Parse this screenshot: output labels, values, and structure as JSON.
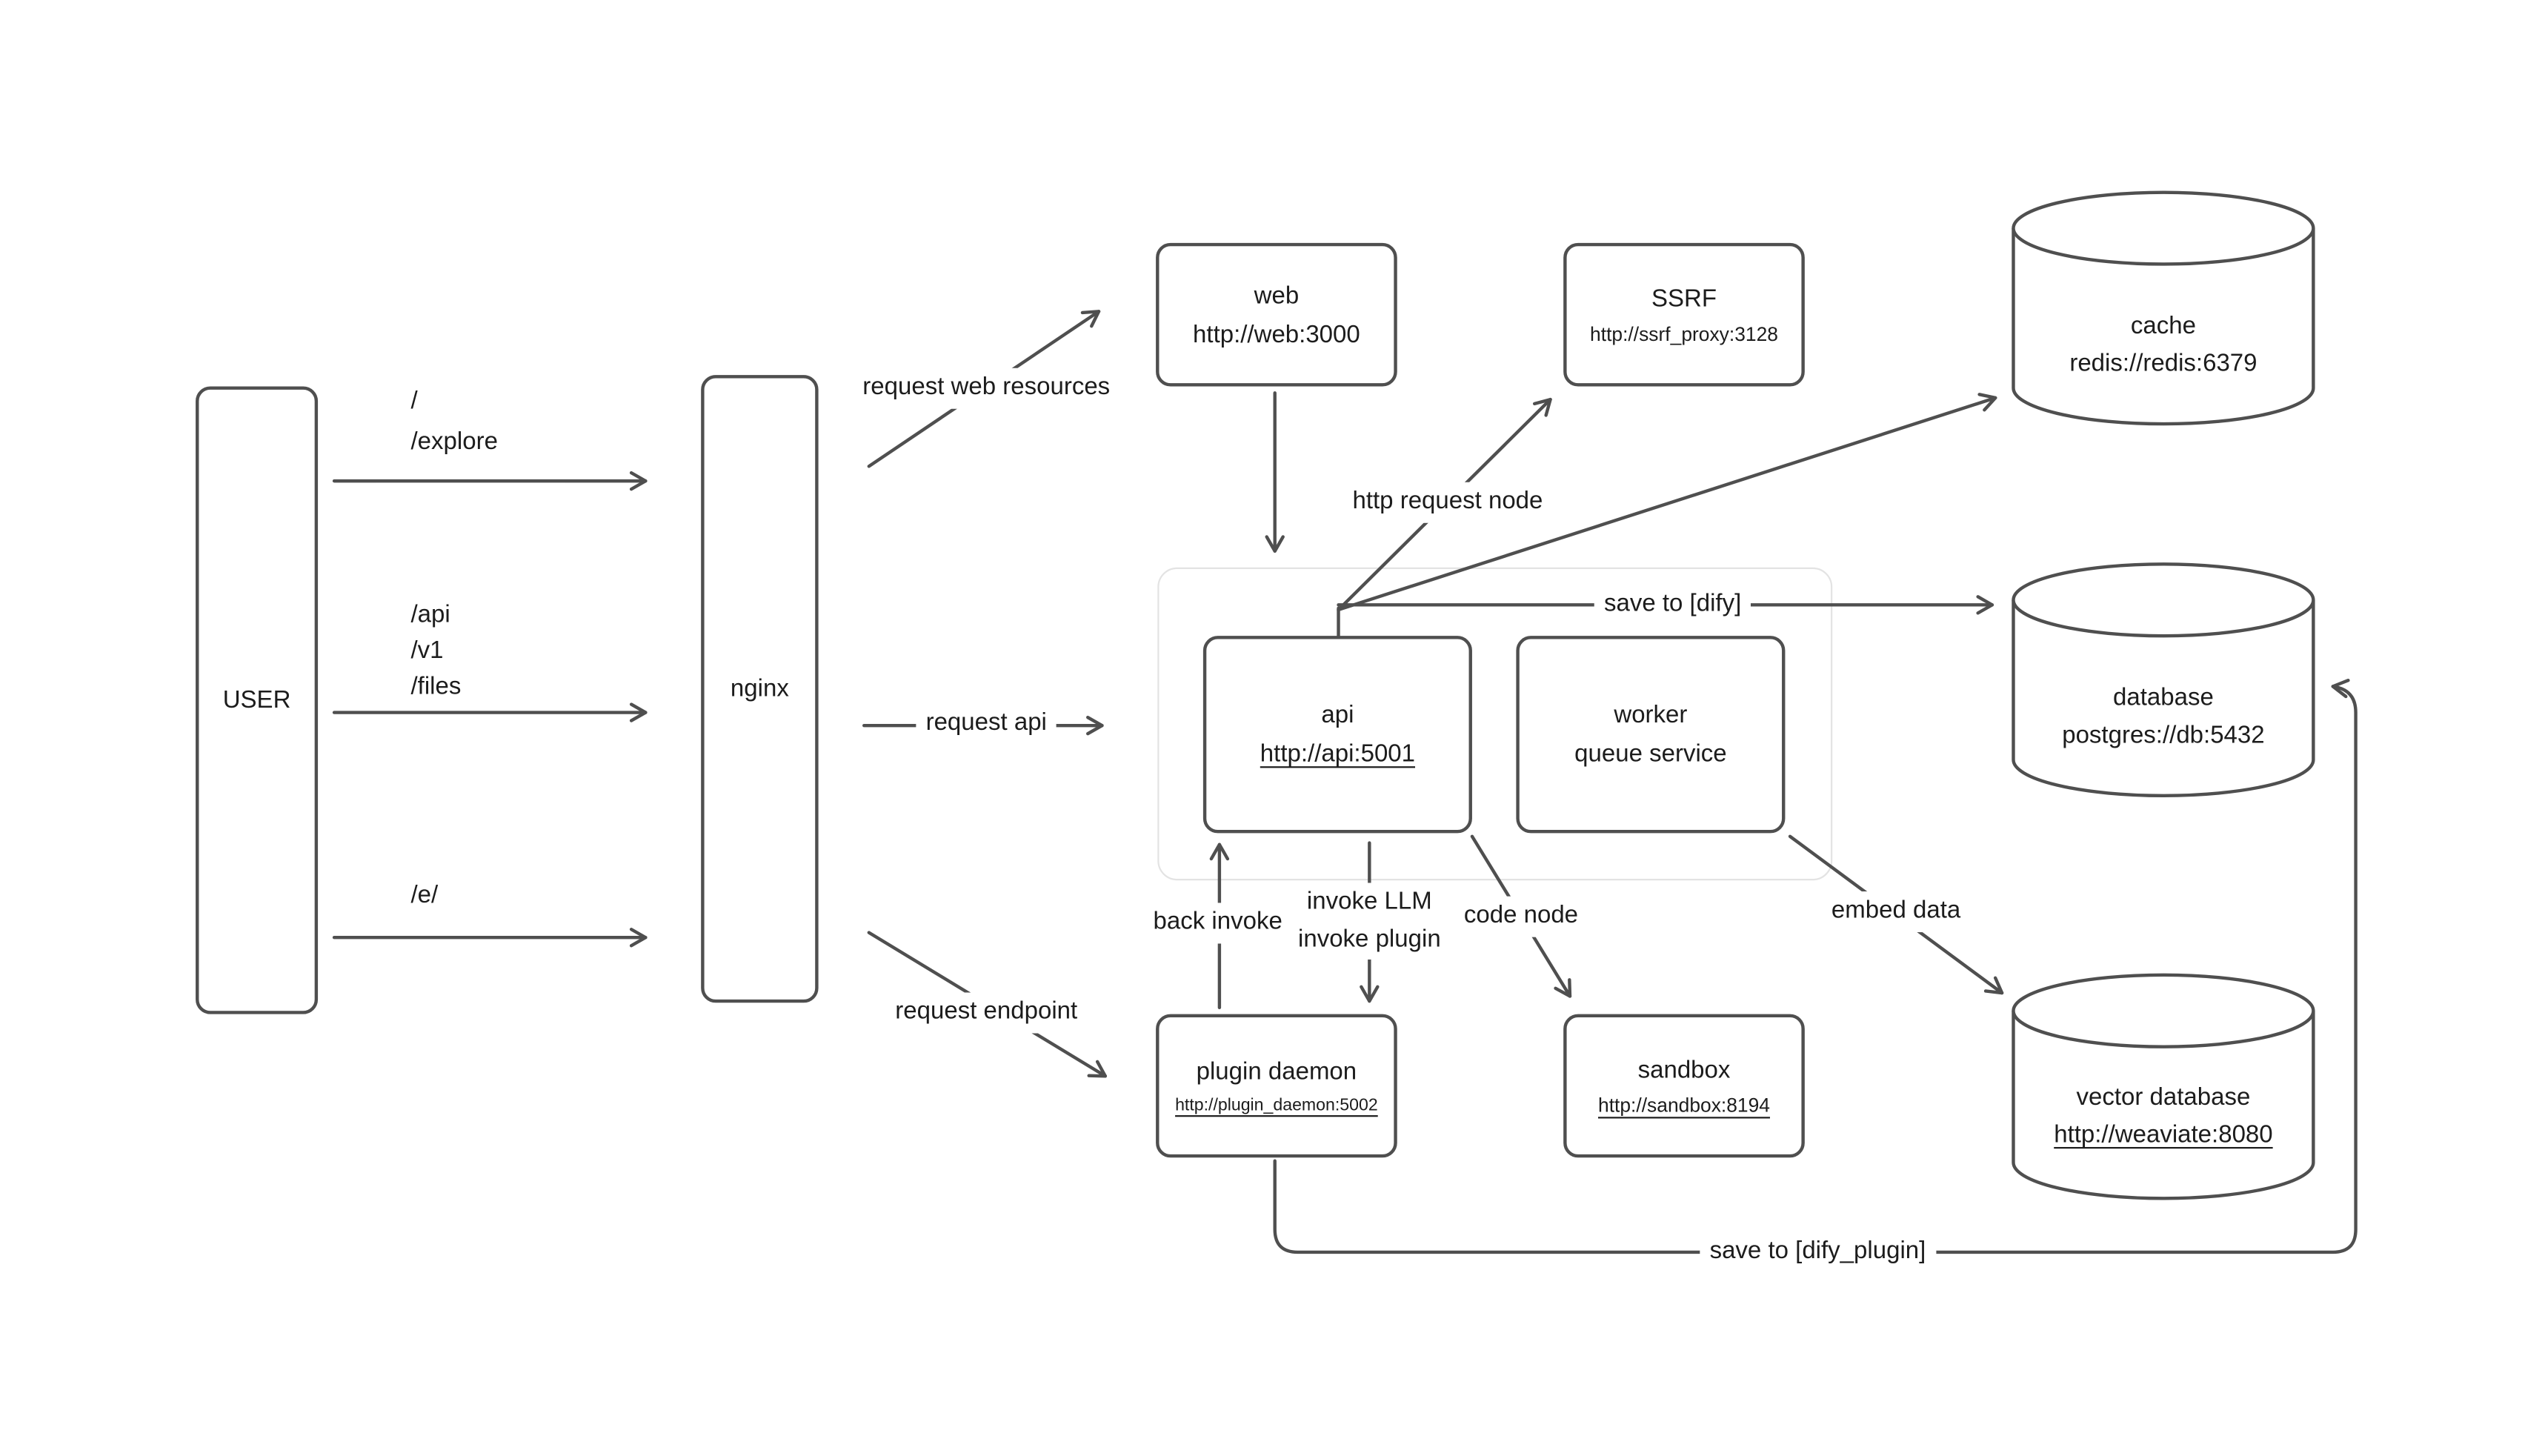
{
  "diagram": {
    "nodes": {
      "user": {
        "label": "USER"
      },
      "nginx": {
        "label": "nginx"
      },
      "web": {
        "title": "web",
        "subtitle": "http://web:3000"
      },
      "ssrf": {
        "title": "SSRF",
        "subtitle": "http://ssrf_proxy:3128"
      },
      "cache": {
        "title": "cache",
        "subtitle": "redis://redis:6379"
      },
      "api": {
        "title": "api",
        "subtitle": "http://api:5001"
      },
      "worker": {
        "title": "worker",
        "subtitle": "queue service"
      },
      "database": {
        "title": "database",
        "subtitle": "postgres://db:5432"
      },
      "plugin_daemon": {
        "title": "plugin daemon",
        "subtitle": "http://plugin_daemon:5002"
      },
      "sandbox": {
        "title": "sandbox",
        "subtitle": "http://sandbox:8194"
      },
      "vector_database": {
        "title": "vector database",
        "subtitle": "http://weaviate:8080"
      }
    },
    "routes": {
      "root": "/",
      "explore": "/explore",
      "api": "/api",
      "v1": "/v1",
      "files": "/files",
      "e": "/e/"
    },
    "edges": {
      "request_web_resources": "request web resources",
      "request_api": "request api",
      "request_endpoint": "request endpoint",
      "http_request_node": "http request node",
      "save_to_dify": "save to [dify]",
      "back_invoke": "back invoke",
      "invoke_llm": "invoke LLM",
      "invoke_plugin": "invoke plugin",
      "code_node": "code node",
      "embed_data": "embed data",
      "save_to_dify_plugin": "save to [dify_plugin]"
    },
    "colors": {
      "stroke": "#4f4f4f",
      "text": "#1c1c1c",
      "group_border": "#e3e3e3",
      "background": "#ffffff"
    }
  }
}
